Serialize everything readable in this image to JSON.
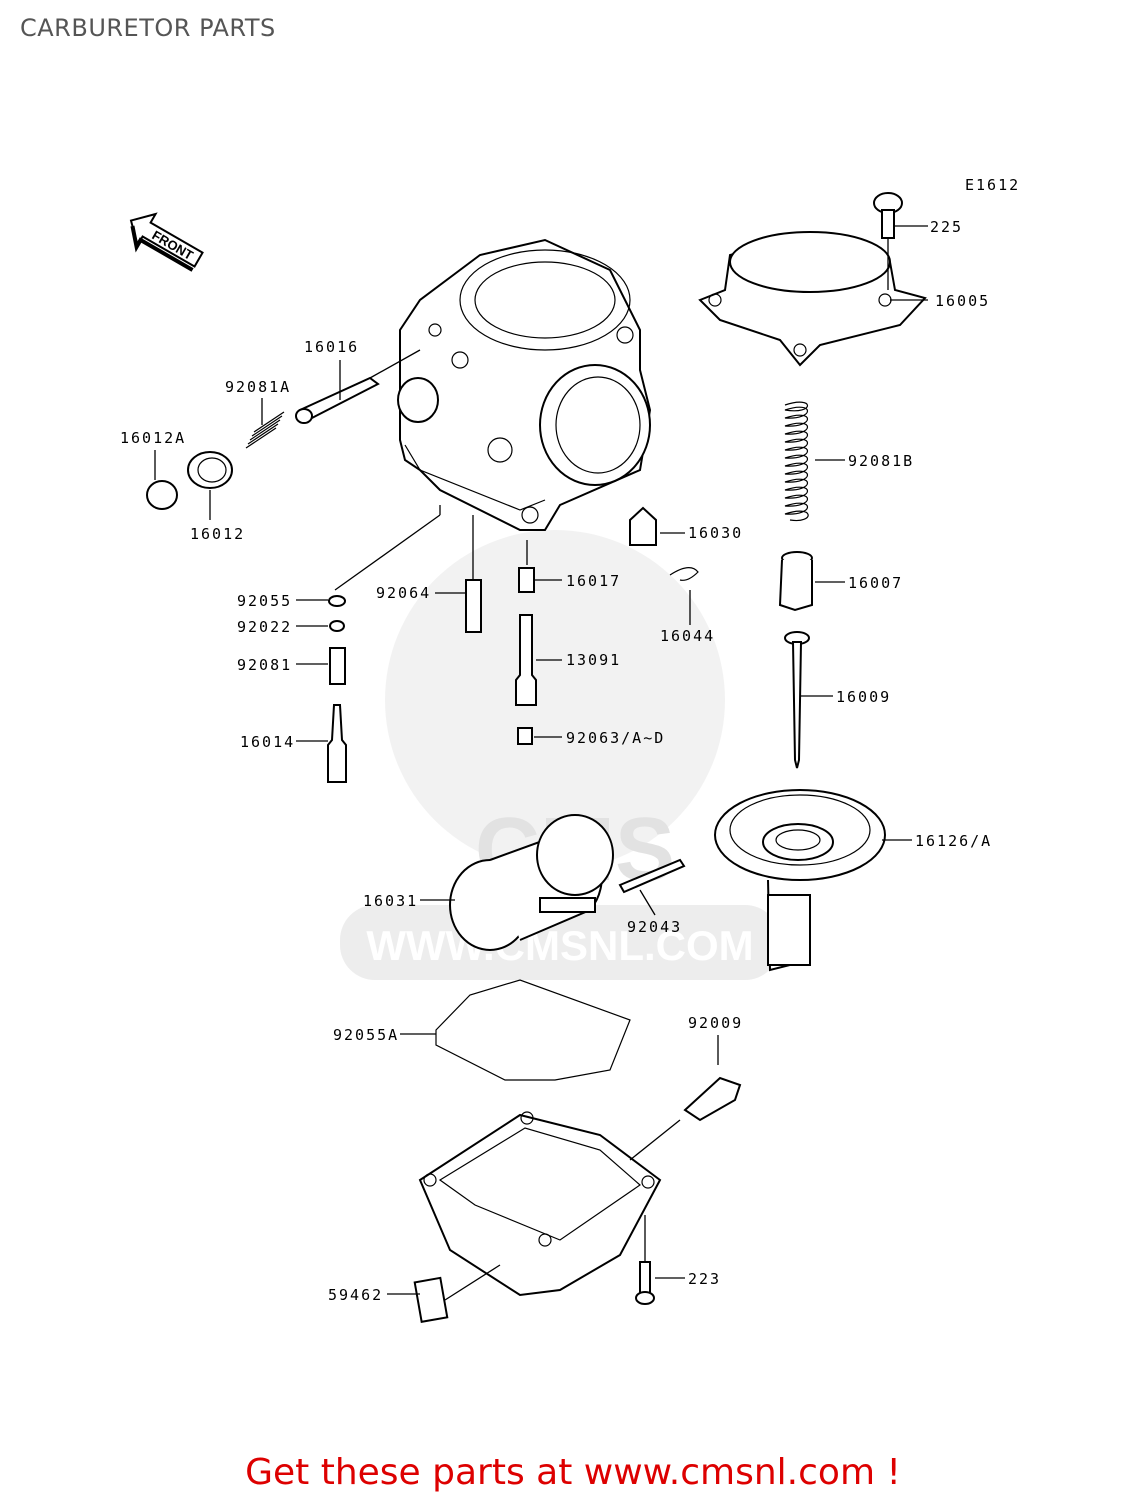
{
  "page": {
    "title": "CARBURETOR PARTS",
    "footer_text": "Get these parts at www.cmsnl.com !"
  },
  "diagram": {
    "ref_code": "E1612",
    "front_label": "FRONT",
    "watermark_text": "WWW.CMSNL.COM",
    "watermark_logo_text": "CMS",
    "part_labels": {
      "p225": "225",
      "p16005": "16005",
      "p16016": "16016",
      "p92081A": "92081A",
      "p16012A": "16012A",
      "p16012": "16012",
      "p92081B": "92081B",
      "p16030": "16030",
      "p92055": "92055",
      "p92064": "92064",
      "p16017": "16017",
      "p16007": "16007",
      "p92022": "92022",
      "p16044": "16044",
      "p92081": "92081",
      "p13091": "13091",
      "p16009": "16009",
      "p16014": "16014",
      "p92063": "92063/A~D",
      "p16126": "16126/A",
      "p16031": "16031",
      "p92043": "92043",
      "p92055A": "92055A",
      "p92009": "92009",
      "p223": "223",
      "p59462": "59462"
    }
  }
}
